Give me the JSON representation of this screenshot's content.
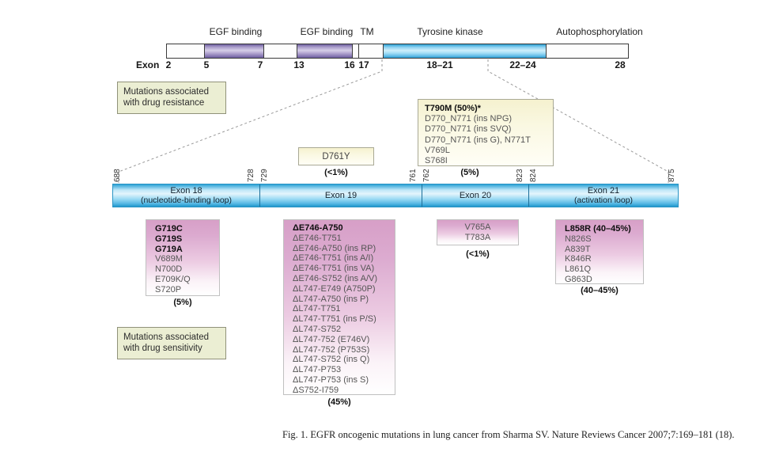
{
  "colors": {
    "domain_purple": "#a99cca",
    "kinase_blue": "#7fcdf0",
    "mutation_pink": "#d79fc7",
    "note_green": "#ebeed3",
    "resistance_cream": "#f5f1cf"
  },
  "top": {
    "exon_label": "Exon",
    "domains": [
      "EGF binding",
      "EGF binding",
      "TM",
      "Tyrosine kinase",
      "Autophosphorylation"
    ],
    "ticks": [
      "2",
      "5",
      "7",
      "13",
      "16",
      "17",
      "18–21",
      "22–24",
      "28"
    ]
  },
  "notes": {
    "resistance": "Mutations associated with drug resistance",
    "sensitivity": "Mutations associated with drug sensitivity"
  },
  "resistance": {
    "d761y": {
      "label": "D761Y",
      "freq": "(<1%)"
    },
    "t790m": {
      "lines": [
        {
          "t": "T790M (50%)*",
          "b": true
        },
        {
          "t": "D770_N771 (ins NPG)"
        },
        {
          "t": "D770_N771 (ins SVQ)"
        },
        {
          "t": "D770_N771 (ins G), N771T"
        },
        {
          "t": "V769L"
        },
        {
          "t": "S768I"
        }
      ],
      "freq": "(5%)"
    }
  },
  "exon_bar": {
    "residues": [
      "688",
      "728",
      "729",
      "761",
      "762",
      "823",
      "824",
      "875"
    ],
    "cells": [
      {
        "line1": "Exon 18",
        "line2": "(nucleotide-binding loop)"
      },
      {
        "line1": "Exon 19",
        "line2": ""
      },
      {
        "line1": "Exon 20",
        "line2": ""
      },
      {
        "line1": "Exon 21",
        "line2": "(activation loop)"
      }
    ]
  },
  "mutations": {
    "exon18": {
      "lines": [
        {
          "t": "G719C",
          "b": true
        },
        {
          "t": "G719S",
          "b": true
        },
        {
          "t": "G719A",
          "b": true
        },
        {
          "t": "V689M"
        },
        {
          "t": "N700D"
        },
        {
          "t": "E709K/Q"
        },
        {
          "t": "S720P"
        }
      ],
      "freq": "(5%)"
    },
    "exon19": {
      "lines": [
        {
          "t": "ΔE746-A750",
          "b": true
        },
        {
          "t": "ΔE746-T751"
        },
        {
          "t": "ΔE746-A750 (ins RP)"
        },
        {
          "t": "ΔE746-T751 (ins A/I)"
        },
        {
          "t": "ΔE746-T751 (ins VA)"
        },
        {
          "t": "ΔE746-S752 (ins A/V)"
        },
        {
          "t": "ΔL747-E749 (A750P)"
        },
        {
          "t": "ΔL747-A750 (ins P)"
        },
        {
          "t": "ΔL747-T751"
        },
        {
          "t": "ΔL747-T751 (ins P/S)"
        },
        {
          "t": "ΔL747-S752"
        },
        {
          "t": "ΔL747-752 (E746V)"
        },
        {
          "t": "ΔL747-752 (P753S)"
        },
        {
          "t": "ΔL747-S752 (ins Q)"
        },
        {
          "t": "ΔL747-P753"
        },
        {
          "t": "ΔL747-P753 (ins S)"
        },
        {
          "t": "ΔS752-I759"
        }
      ],
      "freq": "(45%)"
    },
    "exon20": {
      "lines": [
        {
          "t": "V765A"
        },
        {
          "t": "T783A"
        }
      ],
      "freq": "(<1%)"
    },
    "exon21": {
      "lines": [
        {
          "t": "L858R (40–45%)",
          "b": true
        },
        {
          "t": "N826S"
        },
        {
          "t": "A839T"
        },
        {
          "t": "K846R"
        },
        {
          "t": "L861Q"
        },
        {
          "t": "G863D"
        }
      ],
      "freq": "(40–45%)"
    }
  },
  "caption": "Fig. 1. EGFR oncogenic mutations in lung cancer from Sharma SV. Nature Reviews Cancer 2007;7:169–181 (18)."
}
